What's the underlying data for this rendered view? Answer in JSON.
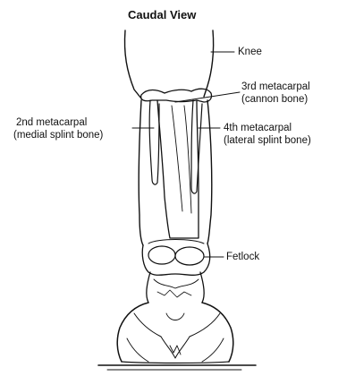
{
  "title": "Caudal View",
  "labels": {
    "knee": "Knee",
    "third_metacarpal": {
      "line1": "3rd metacarpal",
      "line2": "(cannon bone)"
    },
    "second_metacarpal": {
      "line1": "2nd metacarpal",
      "line2": "(medial splint bone)"
    },
    "fourth_metacarpal": {
      "line1": "4th metacarpal",
      "line2": "(lateral splint bone)"
    },
    "fetlock": "Fetlock"
  },
  "colors": {
    "ink": "#111111",
    "background": "#ffffff"
  }
}
